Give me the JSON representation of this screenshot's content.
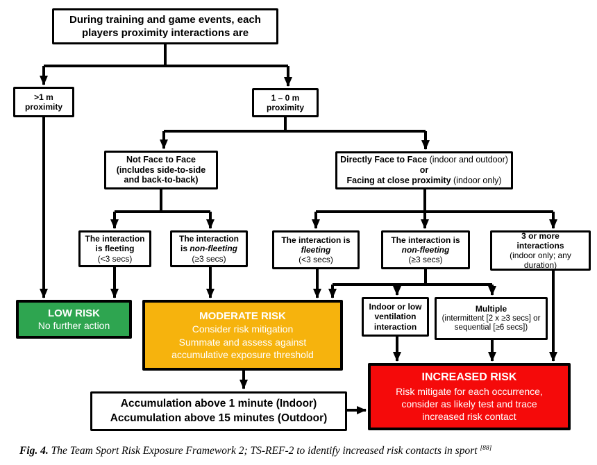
{
  "colors": {
    "low": "#2EA550",
    "moderate": "#F6B30D",
    "increased": "#F50A0A",
    "line": "#000000"
  },
  "nodes": {
    "root": {
      "text": "During training and game events, each players proximity interactions are"
    },
    "gt1m": {
      "l1": ">1 m",
      "l2": "proximity"
    },
    "m1to0": {
      "l1": "1 – 0 m",
      "l2": "proximity"
    },
    "not_face": {
      "text": "Not Face to Face (includes side-to-side and back-to-back)"
    },
    "direct_face": {
      "l1b": "Directly Face to Face",
      "l1r": "(indoor and outdoor)",
      "l2": "or",
      "l3b": "Facing at close proximity",
      "l3r": "(indoor only)"
    },
    "nf_fleeting": {
      "l1": "The interaction",
      "l2": "is fleeting",
      "l3": "(<3 secs)"
    },
    "nf_nonfleeting": {
      "l1": "The interaction",
      "l2a": "is",
      "l2b": "non-fleeting",
      "l3": "(≥3 secs)"
    },
    "ff_fleeting": {
      "l1": "The interaction is",
      "l2": "fleeting",
      "l3": "(<3 secs)"
    },
    "ff_nonfleeting": {
      "l1": "The interaction is",
      "l2": "non-fleeting",
      "l3": "(≥3 secs)"
    },
    "three_plus": {
      "l1": "3 or more interactions",
      "l2": "(indoor only; any duration)"
    },
    "low_risk": {
      "title": "LOW RISK",
      "sub": "No further action"
    },
    "moderate_risk": {
      "title": "MODERATE RISK",
      "line1": "Consider risk mitigation",
      "line2": "Summate and assess against accumulative exposure threshold"
    },
    "indoor_low": {
      "text": "Indoor or low ventilation interaction"
    },
    "multiple": {
      "title": "Multiple",
      "sub": "(intermittent [2 x ≥3 secs] or sequential [≥6 secs])"
    },
    "increased_risk": {
      "title": "INCREASED RISK",
      "body": "Risk mitigate for each occurrence, consider as likely test and trace increased risk contact"
    },
    "accumulation": {
      "l1": "Accumulation above 1 minute (Indoor)",
      "l2": "Accumulation above 15 minutes (Outdoor)"
    }
  },
  "caption": {
    "fig": "Fig. 4.",
    "text": " The Team Sport Risk Exposure Framework 2; TS-REF-2 to identify increased risk contacts in sport ",
    "ref": "[88]"
  }
}
